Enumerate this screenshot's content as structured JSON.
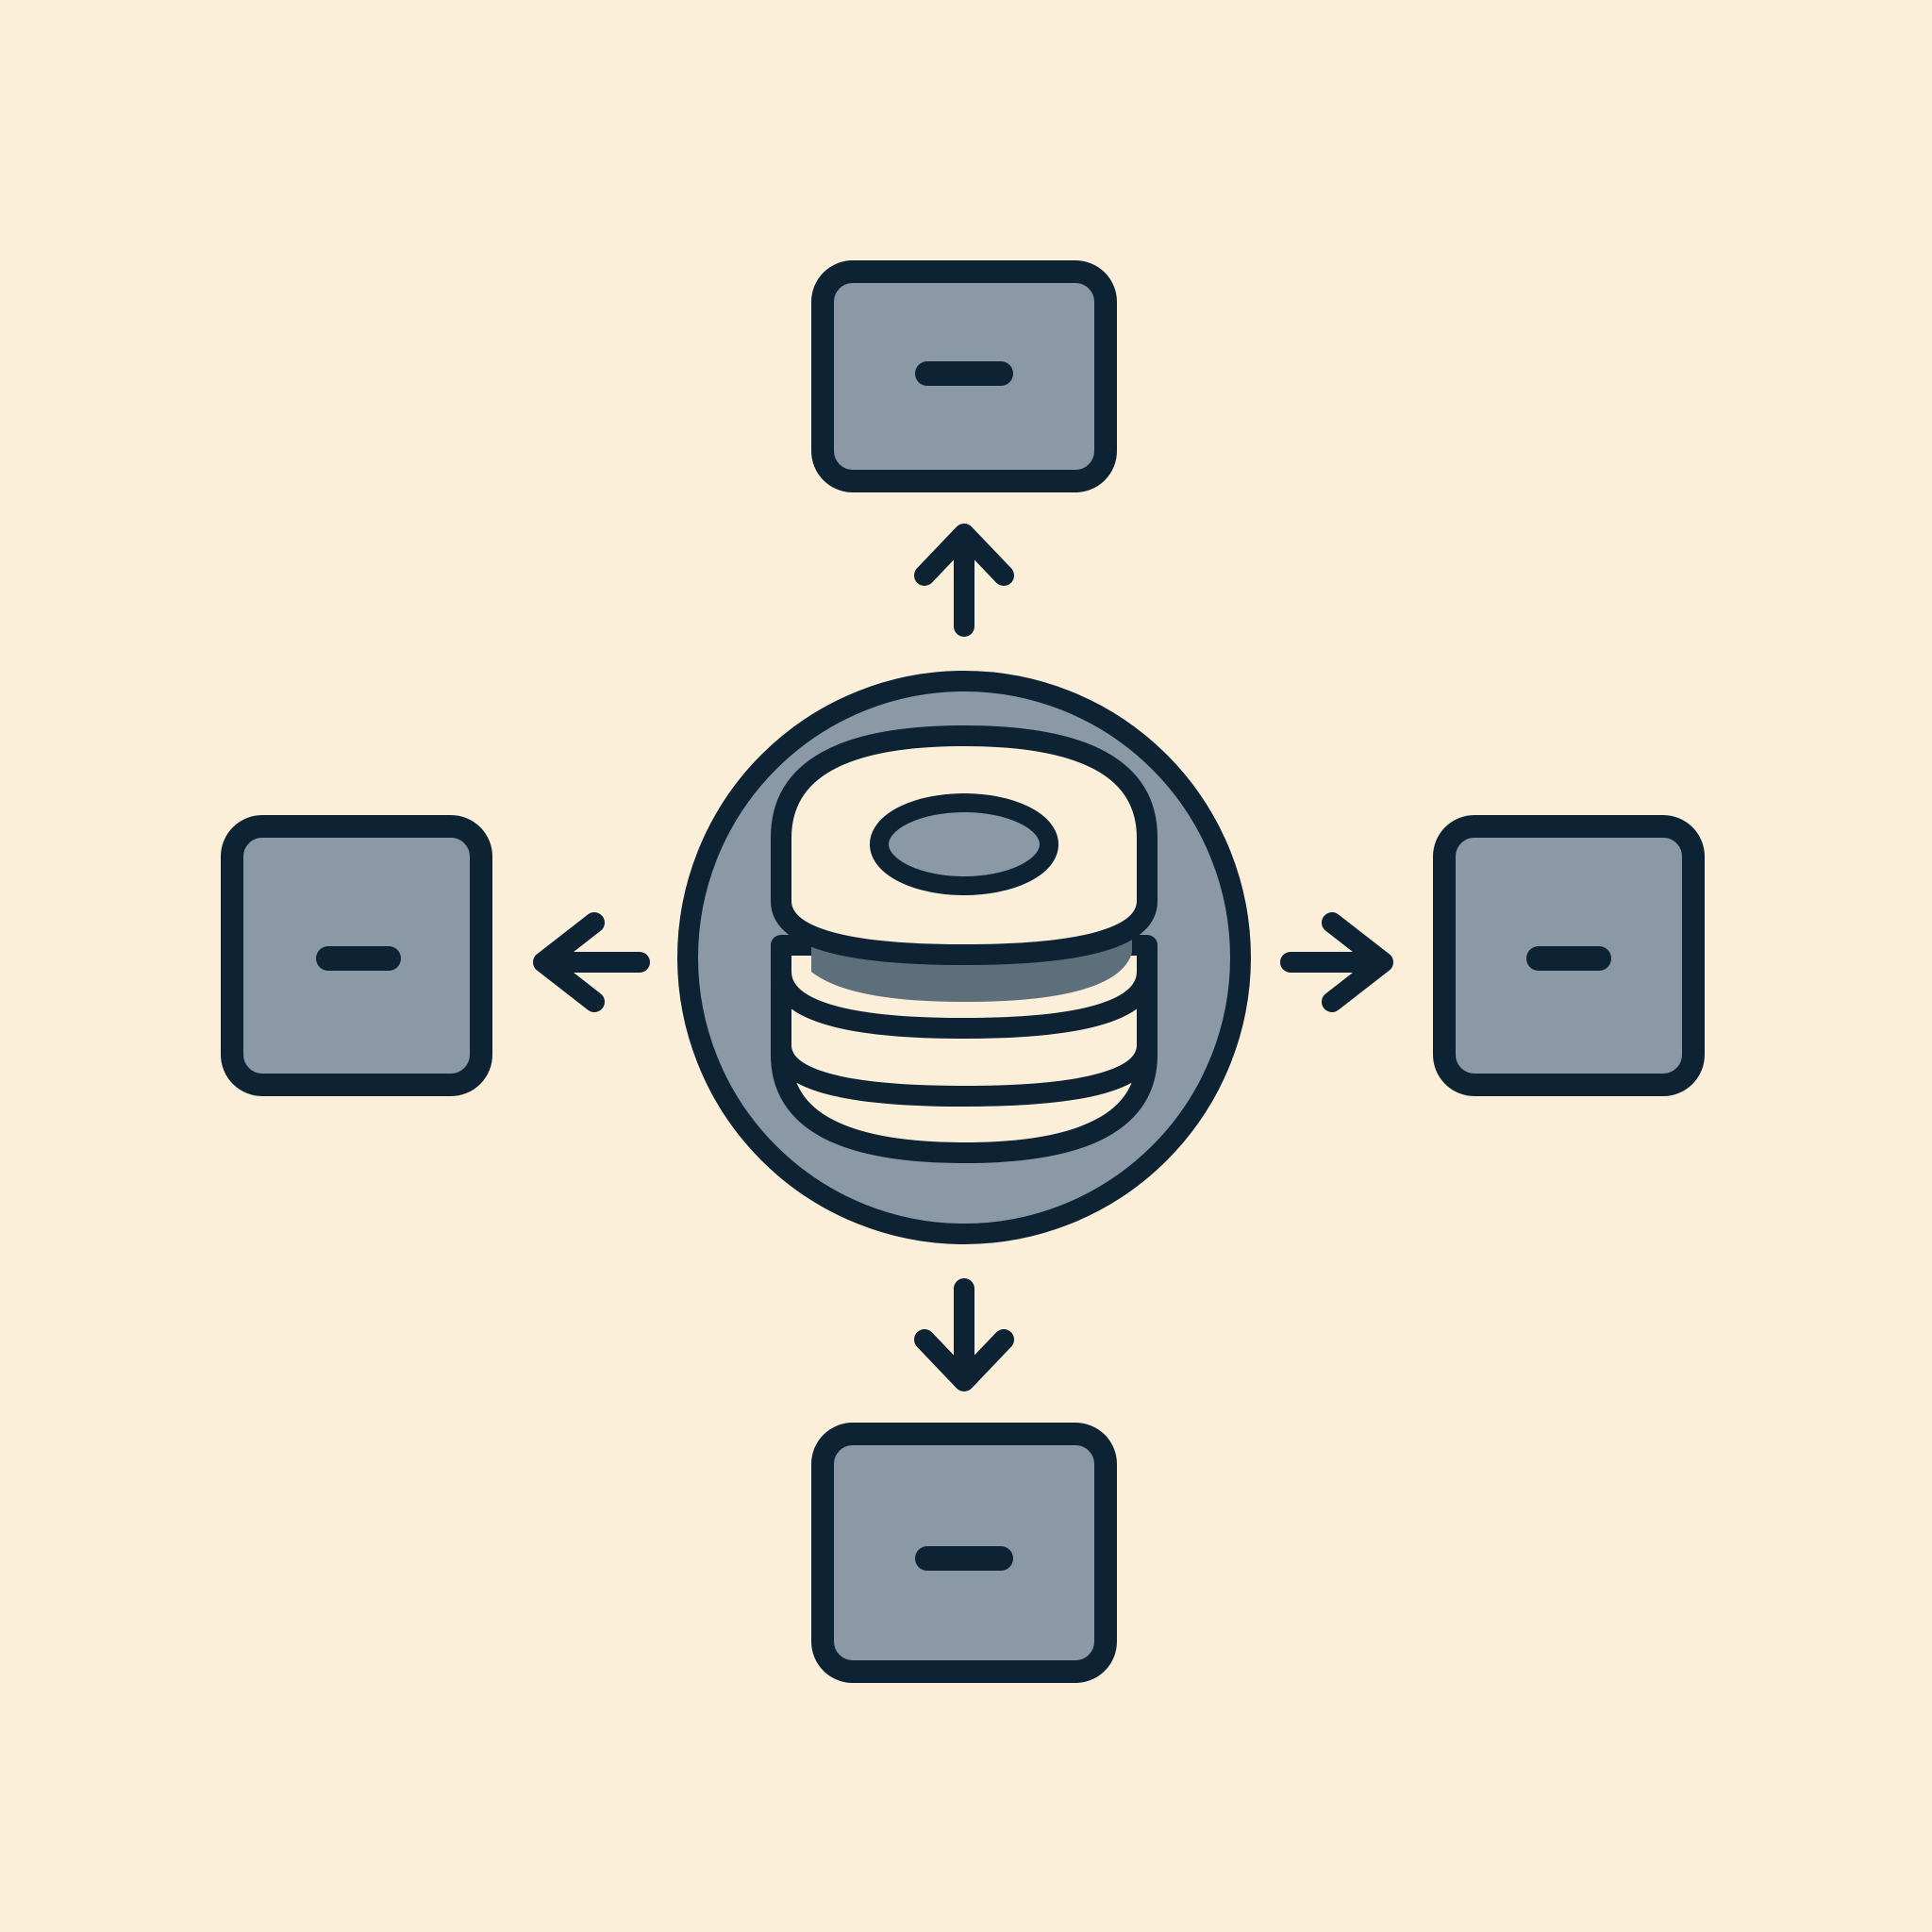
{
  "diagram": {
    "hub": {
      "icon": "database-icon"
    },
    "nodes": [
      {
        "id": "top",
        "icon": "minus-icon",
        "arrow_direction": "up"
      },
      {
        "id": "left",
        "icon": "minus-icon",
        "arrow_direction": "left"
      },
      {
        "id": "right",
        "icon": "minus-icon",
        "arrow_direction": "right"
      },
      {
        "id": "bottom",
        "icon": "minus-icon",
        "arrow_direction": "down"
      }
    ]
  },
  "colors": {
    "background": "#fbefd9",
    "outline": "#0d2233",
    "fill": "#8a99a5",
    "fill_dark": "#5e6f7c",
    "cream": "#fbefd9"
  }
}
